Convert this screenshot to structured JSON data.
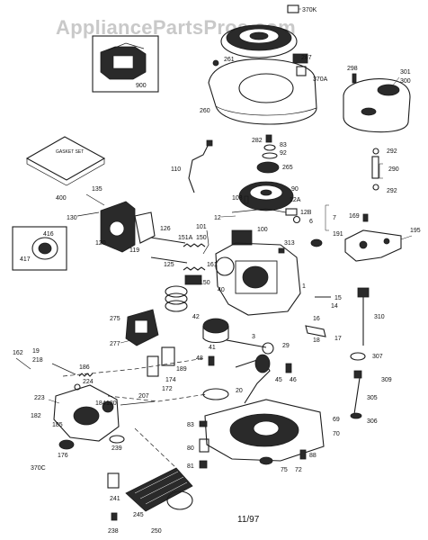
{
  "watermark": "AppliancePartsPros.com",
  "date_code": "11/97",
  "inset_label": "900",
  "gasket_set_text": "GASKET SET",
  "parts": {
    "p370k": "370K",
    "p261": "261",
    "p287": "287",
    "p370a": "370A",
    "p260": "260",
    "p298": "298",
    "p301": "301",
    "p300": "300",
    "p282": "282",
    "p83a": "83",
    "p92": "92",
    "p265": "265",
    "p292a": "292",
    "p290": "290",
    "p292b": "292",
    "p110": "110",
    "p400": "400",
    "p90": "90",
    "p12a": "12A",
    "p103": "103",
    "p12b": "12B",
    "p6": "6",
    "p7": "7",
    "p12": "12",
    "p135": "135",
    "p130": "130",
    "p120": "120",
    "p119": "119",
    "p101": "101",
    "p100": "100",
    "p169": "169",
    "p191": "191",
    "p195": "195",
    "p416": "416",
    "p417": "417",
    "p126": "126",
    "p151a": "151A",
    "p150a": "150",
    "p125": "125",
    "p313": "313",
    "p161": "161",
    "p150b": "150",
    "p1": "1",
    "p15": "15",
    "p14": "14",
    "p40": "40",
    "p42": "42",
    "p310": "310",
    "p275": "275",
    "p277": "277",
    "p16": "16",
    "p17": "17",
    "p18": "18",
    "p41": "41",
    "p3": "3",
    "p29": "29",
    "p162": "162",
    "p19": "19",
    "p218": "218",
    "p186": "186",
    "p189": "189",
    "p48": "48",
    "p307": "307",
    "p45": "45",
    "p46": "46",
    "p224": "224",
    "p174": "174",
    "p172": "172",
    "p20": "20",
    "p309": "309",
    "p223": "223",
    "p184": "184",
    "p180": "180",
    "p207": "207",
    "p305": "305",
    "p182": "182",
    "p185": "185",
    "p306": "306",
    "p69": "69",
    "p83b": "83",
    "p70": "70",
    "p176": "176",
    "p239": "239",
    "p370c": "370C",
    "p80": "80",
    "p88": "88",
    "p75": "75",
    "p72": "72",
    "p81": "81",
    "p241": "241",
    "p245": "245",
    "p238": "238",
    "p250": "250"
  }
}
